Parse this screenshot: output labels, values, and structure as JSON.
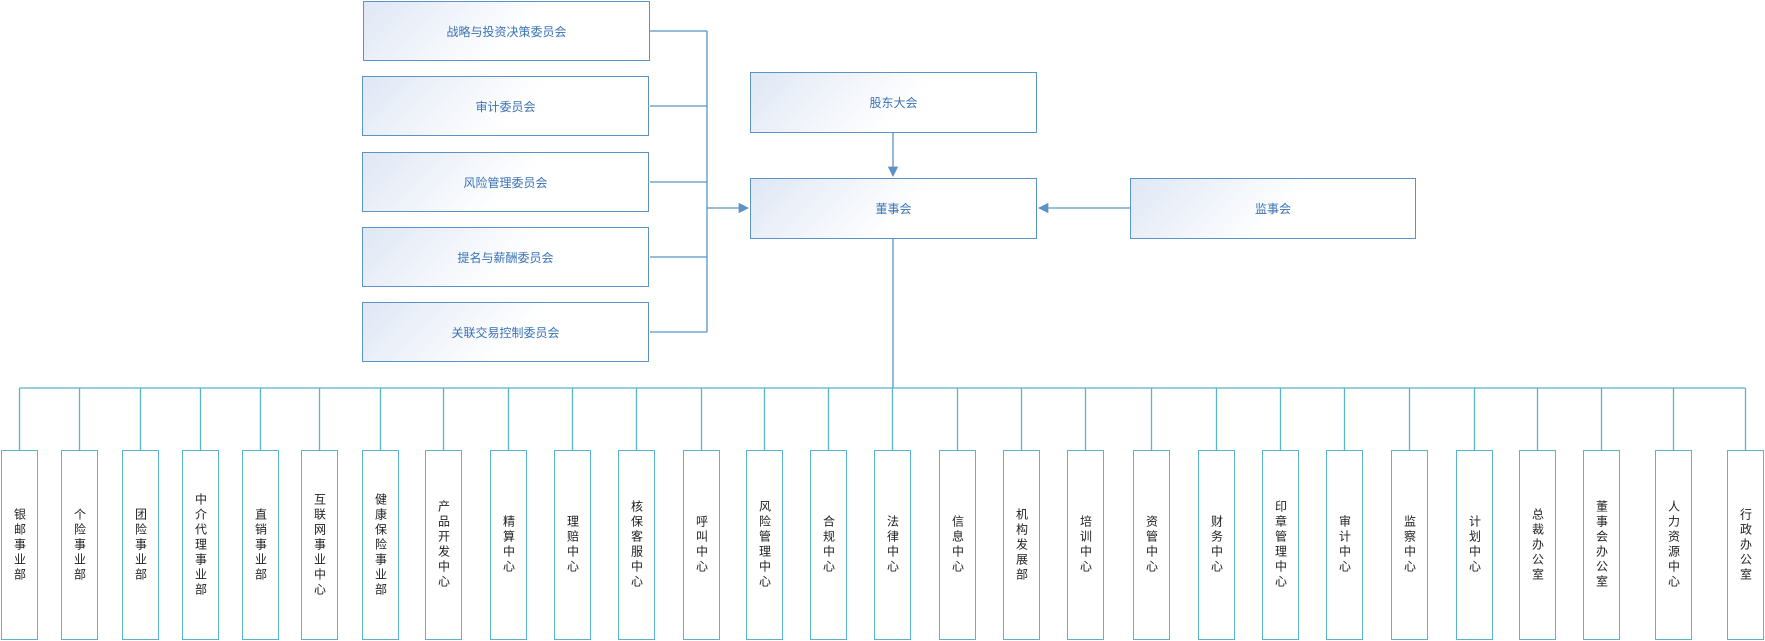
{
  "colors": {
    "top_border": "#5b93c7",
    "top_text": "#3a72b5",
    "top_gradient": "#dfe7f5",
    "bottom_border": "#58b4c8",
    "connector_blue": "#5b93c7",
    "connector_cyan": "#58b4c8"
  },
  "committees": [
    "战略与投资决策委员会",
    "审计委员会",
    "风险管理委员会",
    "提名与薪酬委员会",
    "关联交易控制委员会"
  ],
  "shareholders_meeting": "股东大会",
  "board": "董事会",
  "supervisory_board": "监事会",
  "departments": [
    "银邮事业部",
    "个险事业部",
    "团险事业部",
    "中介代理事业部",
    "直销事业部",
    "互联网事业中心",
    "健康保险事业部",
    "产品开发中心",
    "精算中心",
    "理赔中心",
    "核保客服中心",
    "呼叫中心",
    "风险管理中心",
    "合规中心",
    "法律中心",
    "信息中心",
    "机构发展部",
    "培训中心",
    "资管中心",
    "财务中心",
    "印章管理中心",
    "审计中心",
    "监察中心",
    "计划中心",
    "总裁办公室",
    "董事会办公室",
    "人力资源中心",
    "行政办公室"
  ]
}
